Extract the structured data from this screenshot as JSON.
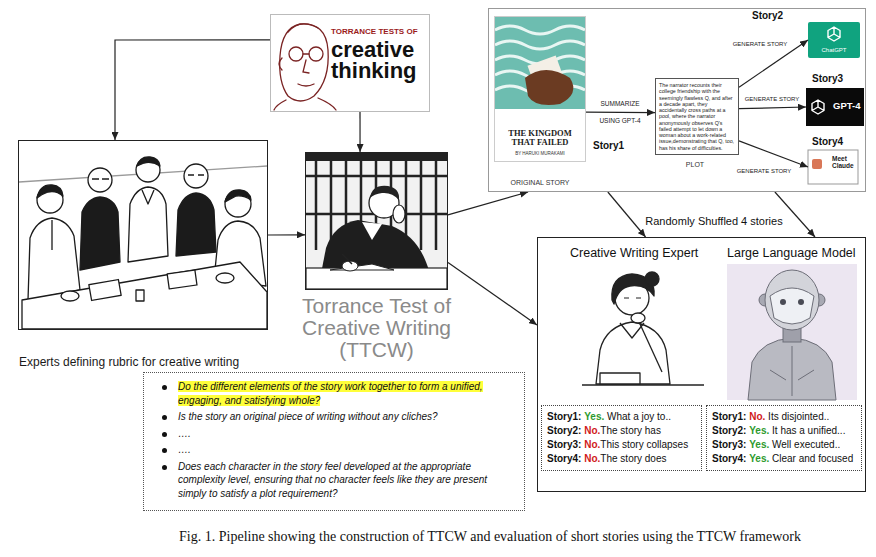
{
  "diagram": {
    "caption": "Fig. 1. Pipeline showing the construction of TTCW and evaluation of short stories using the TTCW framework",
    "nodes": [
      {
        "text": [
          "Experts defining rubric for creative writing"
        ]
      },
      {
        "text": [
          "TORRANCE TESTS OF",
          "creative thinking"
        ]
      },
      {
        "text": [
          "Torrance Test of Creative Writing (TTCW)"
        ]
      },
      {
        "text": [
          "Do the different elements of the story work together to form a unified, engaging, and satisfying whole?",
          "Is the story an original piece of writing without any cliches?",
          "….",
          "….",
          "Does each character in the story feel developed at the appropriate complexity level, ensuring that no character feels like they are present simply to satisfy a plot requirement?"
        ]
      },
      {
        "text": []
      },
      {
        "text": [
          "THE KINGDOM THAT FAILED",
          "BY HARUKI MURAKAMI",
          "ORIGINAL STORY"
        ],
        "in": 4
      },
      {
        "text": [
          "The narrator recounts their college friendship with the seemingly flawless Q, and after a decade apart, they accidentally cross paths at a pool, where the narrator anonymously observes Q's failed attempt to let down a woman about a work-related issue,demonstrating that Q, too, has his share of difficulties.",
          "PLOT"
        ],
        "in": 4
      },
      {
        "text": [
          "Story2",
          "ChatGPT"
        ],
        "in": 4
      },
      {
        "text": [
          "Story3",
          "GPT-4"
        ],
        "in": 4
      },
      {
        "text": [
          "Story4",
          "Meet Claude"
        ],
        "in": 4
      },
      {
        "text": []
      },
      {
        "text": [
          "Creative Writing Expert"
        ],
        "in": 10
      },
      {
        "text": [
          "Large Language Model"
        ],
        "in": 10
      },
      {
        "text": [
          "Story1: Yes. What a joy to..",
          "Story2: No.The story has",
          "Story3: No.This story collapses",
          "Story4: No.The story does"
        ],
        "in": 10
      },
      {
        "text": [
          "Story1: No. Its disjointed..",
          "Story2: Yes. It has a unified...",
          "Story3: Yes. Well executed..",
          "Story4: Yes. Clear and focused"
        ],
        "in": 10
      }
    ],
    "edges": [
      {
        "from": 1,
        "to": 0,
        "arrow": "to"
      },
      {
        "from": 1,
        "to": 2,
        "arrow": "to"
      },
      {
        "from": 0,
        "to": 2,
        "arrow": "to"
      },
      {
        "from": 2,
        "to": 4,
        "arrow": "to"
      },
      {
        "from": 2,
        "to": 10,
        "arrow": "to"
      },
      {
        "from": 5,
        "to": 6,
        "label": "SUMMARIZE USING GPT-4",
        "arrow": "to"
      },
      {
        "from": 6,
        "to": 7,
        "label": "GENERATE STORY",
        "arrow": "to"
      },
      {
        "from": 6,
        "to": 8,
        "label": "GENERATE STORY",
        "arrow": "to"
      },
      {
        "from": 6,
        "to": 9,
        "label": "GENERATE STORY",
        "arrow": "to"
      },
      {
        "from": 4,
        "to": 10,
        "label": "Randomly Shuffled 4 stories",
        "arrow": "to"
      },
      {
        "from": 4,
        "to": 10,
        "arrow": "to"
      }
    ],
    "labels": [
      "Story1"
    ]
  }
}
